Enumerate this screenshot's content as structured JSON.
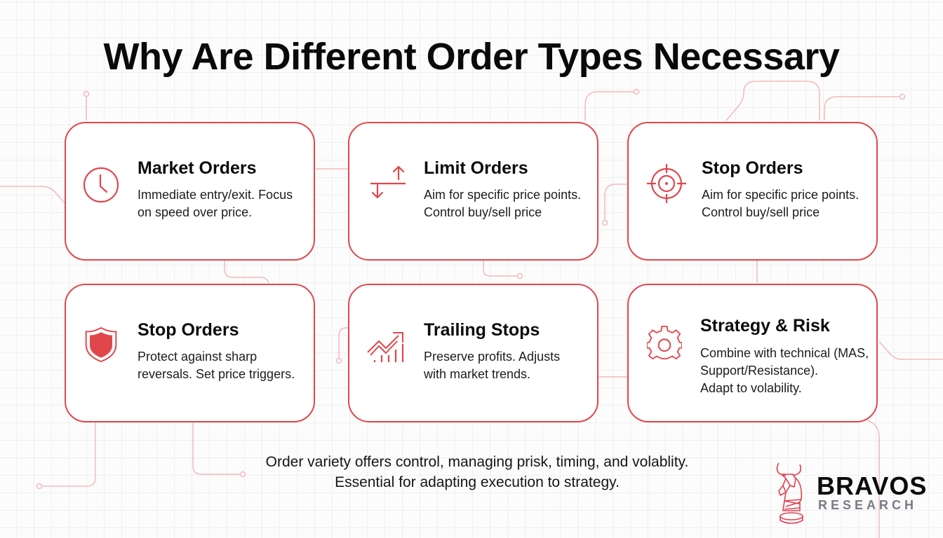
{
  "title": "Why Are Different Order Types Necessary",
  "colors": {
    "accent": "#e0474c",
    "connector": "#f3b9bb",
    "grid": "#efefef",
    "background": "#fcfcfc",
    "text": "#111111",
    "logo_sub": "#777b84"
  },
  "cards": [
    {
      "icon": "clock-icon",
      "heading": "Market Orders",
      "desc": "Immediate entry/exit. Focus\non speed over price."
    },
    {
      "icon": "up-down-arrows-icon",
      "heading": "Limit Orders",
      "desc": "Aim for specific price points.\nControl buy/sell price"
    },
    {
      "icon": "crosshair-target-icon",
      "heading": "Stop Orders",
      "desc": "Aim for specific price points.\nControl buy/sell price"
    },
    {
      "icon": "shield-icon",
      "heading": "Stop Orders",
      "desc": "Protect against sharp\nreversals. Set price triggers."
    },
    {
      "icon": "trending-up-chart-icon",
      "heading": "Trailing Stops",
      "desc": "Preserve profits. Adjusts\nwith market trends."
    },
    {
      "icon": "gear-icon",
      "heading": "Strategy & Risk",
      "desc": "Combine with technical (MAS,\nSupport/Resistance).\nAdapt to volability."
    }
  ],
  "footer": {
    "text": "Order variety offers control, managing prisk, timing, and volablity.\nEssential for adapting execution to strategy."
  },
  "logo": {
    "icon": "bull-chess-knight-icon",
    "brand": "BRAVOS",
    "sub": "RESEARCH"
  }
}
